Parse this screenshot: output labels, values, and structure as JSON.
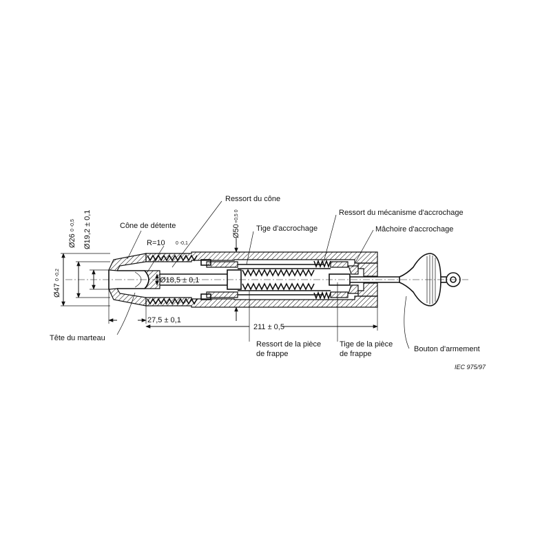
{
  "labels": {
    "ressort_cone": "Ressort du cône",
    "cone_detente": "Cône de détente",
    "tige_accrochage": "Tige d'accrochage",
    "ressort_mecanisme": "Ressort du mécanisme d'accrochage",
    "machoire": "Mâchoire d'accrochage",
    "tete_marteau": "Tête du marteau",
    "ressort_piece_1": "Ressort de la pièce",
    "ressort_piece_2": "de frappe",
    "tige_piece_1": "Tige de la pièce",
    "tige_piece_2": "de frappe",
    "bouton": "Bouton d'armement"
  },
  "dimensions": {
    "d26": "Ø26",
    "d26_tol": "0 -0,5",
    "d19": "Ø19,2 ± 0,1",
    "d47": "Ø47",
    "d47_tol": "0 -0,2",
    "r10": "R=10",
    "r10_tol": "0 -0,1",
    "d50": "Ø50",
    "d50_tol": "+0,5 0",
    "d18": "Ø18,5 ± 0,1",
    "l27": "27,5 ± 0,1",
    "l211": "211 ± 0,5"
  },
  "reference": "IEC  975/97"
}
